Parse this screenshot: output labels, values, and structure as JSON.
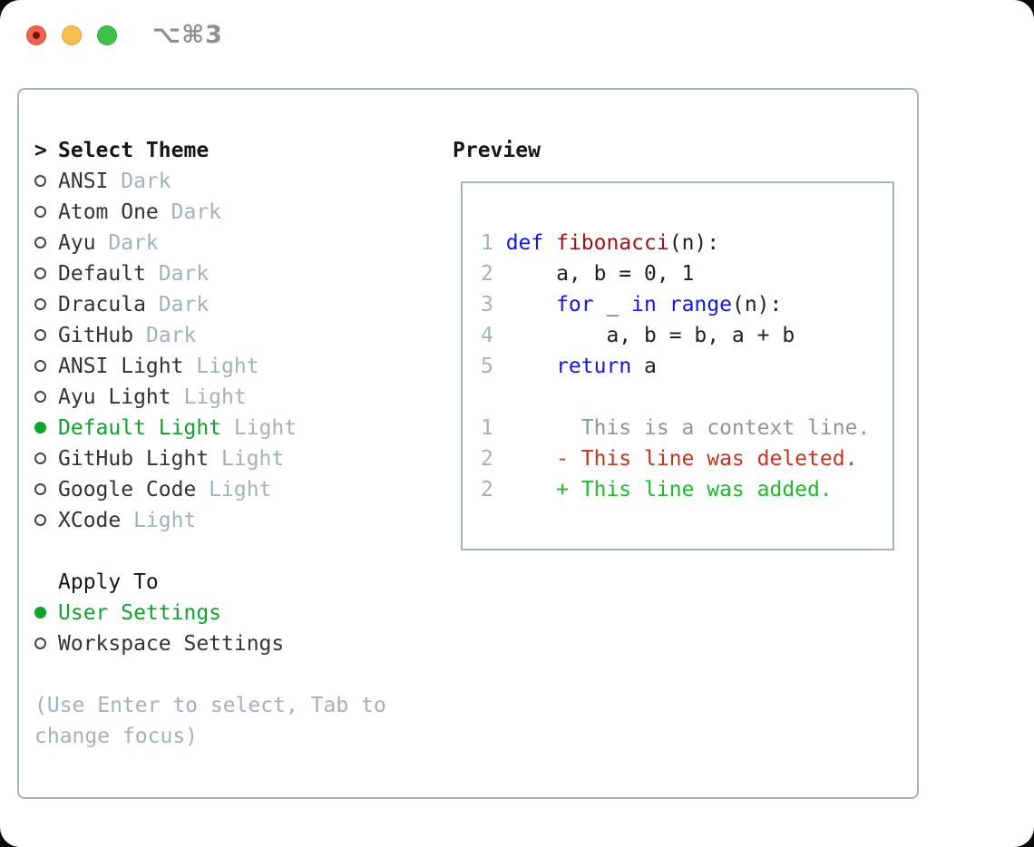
{
  "window": {
    "title": "⌥⌘3"
  },
  "theme_panel": {
    "header_prefix": ">",
    "header": "Select Theme",
    "themes": [
      {
        "name": "ANSI",
        "variant": "Dark",
        "selected": false
      },
      {
        "name": "Atom One",
        "variant": "Dark",
        "selected": false
      },
      {
        "name": "Ayu",
        "variant": "Dark",
        "selected": false
      },
      {
        "name": "Default",
        "variant": "Dark",
        "selected": false
      },
      {
        "name": "Dracula",
        "variant": "Dark",
        "selected": false
      },
      {
        "name": "GitHub",
        "variant": "Dark",
        "selected": false
      },
      {
        "name": "ANSI Light",
        "variant": "Light",
        "selected": false
      },
      {
        "name": "Ayu Light",
        "variant": "Light",
        "selected": false
      },
      {
        "name": "Default Light",
        "variant": "Light",
        "selected": true
      },
      {
        "name": "GitHub Light",
        "variant": "Light",
        "selected": false
      },
      {
        "name": "Google Code",
        "variant": "Light",
        "selected": false
      },
      {
        "name": "XCode",
        "variant": "Light",
        "selected": false
      }
    ],
    "apply_to": {
      "header": "Apply To",
      "options": [
        {
          "label": "User Settings",
          "selected": true
        },
        {
          "label": "Workspace Settings",
          "selected": false
        }
      ]
    },
    "hint": "(Use Enter to select, Tab to change focus)"
  },
  "preview": {
    "header": "Preview",
    "code_lines": [
      {
        "num": "1",
        "tokens": [
          [
            "kw",
            "def"
          ],
          [
            "pl",
            " "
          ],
          [
            "fn",
            "fibonacci"
          ],
          [
            "pl",
            "(n):"
          ]
        ]
      },
      {
        "num": "2",
        "tokens": [
          [
            "pl",
            "    a, b = 0, 1"
          ]
        ]
      },
      {
        "num": "3",
        "tokens": [
          [
            "pl",
            "    "
          ],
          [
            "kw",
            "for"
          ],
          [
            "pl",
            " _ "
          ],
          [
            "kw",
            "in"
          ],
          [
            "pl",
            " "
          ],
          [
            "kw",
            "range"
          ],
          [
            "pl",
            "(n):"
          ]
        ]
      },
      {
        "num": "4",
        "tokens": [
          [
            "pl",
            "        a, b = b, a + b"
          ]
        ]
      },
      {
        "num": "5",
        "tokens": [
          [
            "pl",
            "    "
          ],
          [
            "kw",
            "return"
          ],
          [
            "pl",
            " a"
          ]
        ]
      }
    ],
    "diff_lines": [
      {
        "num": "1",
        "type": "context",
        "text": "      This is a context line."
      },
      {
        "num": "2",
        "type": "deleted",
        "text": "    - This line was deleted."
      },
      {
        "num": "2",
        "type": "added",
        "text": "    + This line was added."
      }
    ]
  },
  "colors": {
    "text_dark": "#2e343a",
    "header_dark": "#14171a",
    "gray": "#a6b0bb",
    "ctx_gray": "#8e959e",
    "green": "#0ea32b",
    "green_add": "#1dbd2a",
    "red_del": "#c8321f",
    "kw_blue": "#1414ee",
    "fn_red": "#a31313",
    "border_gray": "#a9b2bb"
  }
}
